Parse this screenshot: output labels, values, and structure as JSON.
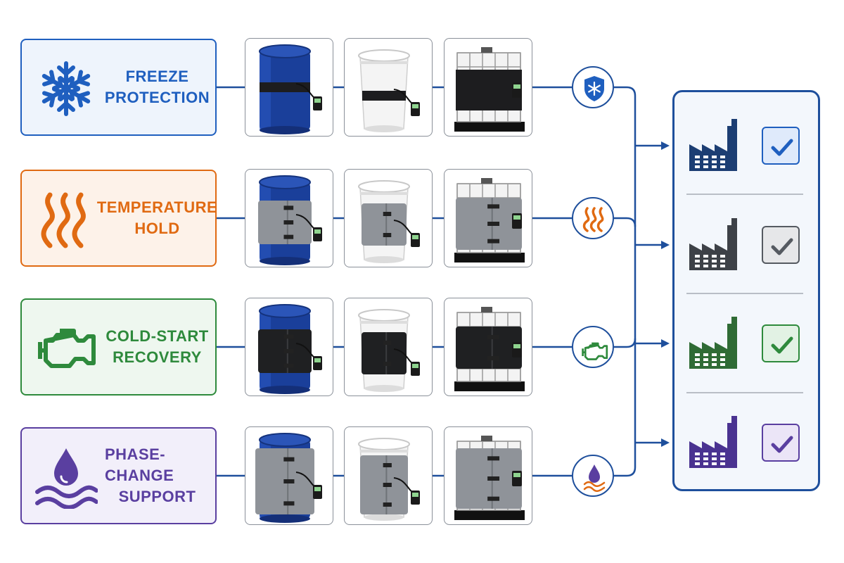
{
  "categories": [
    {
      "line1": "FREEZE",
      "line2": "PROTECTION",
      "icon": "snowflake-icon",
      "color": "#1f5fbf",
      "bg": "#eef4fc"
    },
    {
      "line1": "TEMPERATURE",
      "line2": "HOLD",
      "icon": "heat-waves-icon",
      "color": "#e06a12",
      "bg": "#fdf2e9"
    },
    {
      "line1": "COLD-START",
      "line2": "RECOVERY",
      "icon": "engine-icon",
      "color": "#2e8a3c",
      "bg": "#eef7ef"
    },
    {
      "line1": "PHASE-CHANGE",
      "line2": "SUPPORT",
      "icon": "water-drop-icon",
      "color": "#5a3fa0",
      "bg": "#f2effa"
    }
  ],
  "products": [
    "steel-drum",
    "pail",
    "ibc-tote"
  ],
  "jacket_styles": [
    "black-band",
    "gray-insulated-jacket",
    "black-wrap-jacket",
    "gray-full-jacket"
  ],
  "results": [
    {
      "icon": "factory-icon",
      "check_color": "#1f5fbf",
      "check_bg": "#dfeafb",
      "factory_color": "#1c3e73"
    },
    {
      "icon": "factory-icon",
      "check_color": "#555a61",
      "check_bg": "#e6e7e9",
      "factory_color": "#3d4147"
    },
    {
      "icon": "factory-icon",
      "check_color": "#2e8a3c",
      "check_bg": "#e2f2e4",
      "factory_color": "#2f6b35"
    },
    {
      "icon": "factory-icon",
      "check_color": "#5a3fa0",
      "check_bg": "#ebe5f7",
      "factory_color": "#4a3391"
    }
  ],
  "connector_color": "#1e4f9c"
}
